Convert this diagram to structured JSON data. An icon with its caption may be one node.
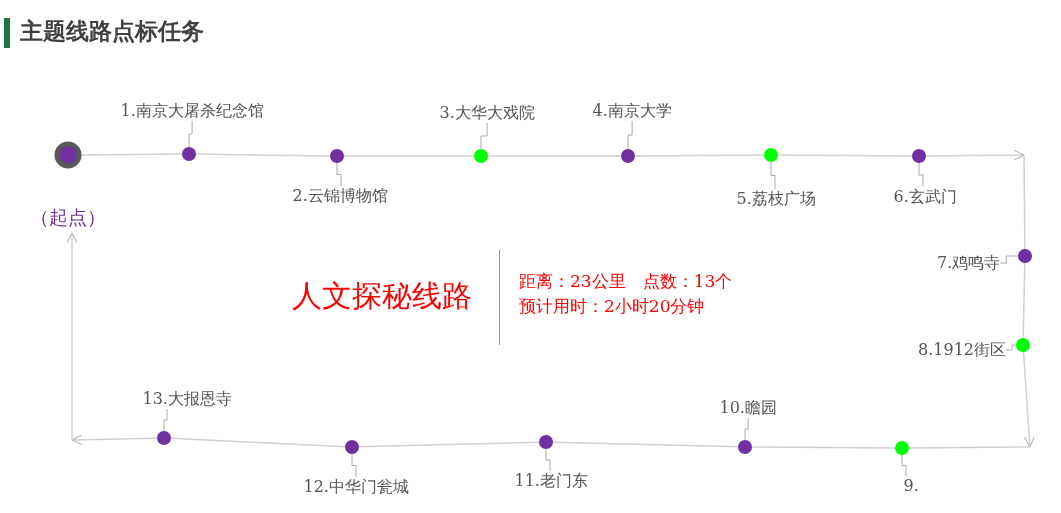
{
  "diagram": {
    "title": "主题线路点标任务",
    "nodes": [
      {
        "text": [
          "（起点）"
        ]
      },
      {
        "text": [
          "1.南京大屠杀纪念馆"
        ]
      },
      {
        "text": [],
        "shape": "circle"
      },
      {
        "text": [
          "2.云锦博物馆"
        ]
      },
      {
        "text": [],
        "shape": "circle"
      },
      {
        "text": [
          "3.大华大戏院"
        ]
      },
      {
        "text": [],
        "shape": "circle"
      },
      {
        "text": [
          "4.南京大学"
        ]
      },
      {
        "text": [],
        "shape": "circle"
      },
      {
        "text": [
          "5.荔枝广场"
        ]
      },
      {
        "text": [],
        "shape": "circle"
      },
      {
        "text": [
          "6.玄武门"
        ]
      },
      {
        "text": [],
        "shape": "circle"
      },
      {
        "text": [
          "7.鸡鸣寺"
        ]
      },
      {
        "text": [],
        "shape": "circle"
      },
      {
        "text": [
          "8.1912街区"
        ]
      },
      {
        "text": [],
        "shape": "circle"
      },
      {
        "text": [
          "9."
        ]
      },
      {
        "text": [],
        "shape": "circle"
      },
      {
        "text": [
          "10.瞻园"
        ]
      },
      {
        "text": [],
        "shape": "circle"
      },
      {
        "text": [
          "11.老门东"
        ]
      },
      {
        "text": [],
        "shape": "circle"
      },
      {
        "text": [
          "12.中华门瓮城"
        ]
      },
      {
        "text": [],
        "shape": "circle"
      },
      {
        "text": [
          "13.大报恩寺"
        ]
      },
      {
        "text": [],
        "shape": "circle"
      }
    ],
    "edges": [
      {
        "from": 0,
        "to": 2,
        "arrow": "none"
      },
      {
        "from": 2,
        "to": 4,
        "arrow": "none"
      },
      {
        "from": 4,
        "to": 6,
        "arrow": "none"
      },
      {
        "from": 6,
        "to": 8,
        "arrow": "none"
      },
      {
        "from": 8,
        "to": 10,
        "arrow": "none"
      },
      {
        "from": 10,
        "to": 12,
        "arrow": "none"
      },
      {
        "from": 12,
        "to": null,
        "arrow": "to"
      },
      {
        "from": null,
        "to": 14,
        "arrow": "none"
      },
      {
        "from": 14,
        "to": 16,
        "arrow": "none"
      },
      {
        "from": 16,
        "to": null,
        "arrow": "to"
      },
      {
        "from": null,
        "to": 18,
        "arrow": "none"
      },
      {
        "from": 18,
        "to": 20,
        "arrow": "none"
      },
      {
        "from": 20,
        "to": 22,
        "arrow": "none"
      },
      {
        "from": 22,
        "to": 24,
        "arrow": "none"
      },
      {
        "from": 24,
        "to": 26,
        "arrow": "none"
      },
      {
        "from": 26,
        "to": null,
        "arrow": "to"
      },
      {
        "from": null,
        "to": 0,
        "arrow": "to"
      },
      {
        "from": 1,
        "to": 2,
        "arrow": "none"
      },
      {
        "from": 3,
        "to": 4,
        "arrow": "none"
      },
      {
        "from": 5,
        "to": 6,
        "arrow": "none"
      },
      {
        "from": 7,
        "to": 8,
        "arrow": "none"
      },
      {
        "from": 9,
        "to": 10,
        "arrow": "none"
      },
      {
        "from": 11,
        "to": 12,
        "arrow": "none"
      },
      {
        "from": 13,
        "to": 14,
        "arrow": "none"
      },
      {
        "from": 15,
        "to": 16,
        "arrow": "none"
      },
      {
        "from": 17,
        "to": 18,
        "arrow": "none"
      },
      {
        "from": 19,
        "to": 20,
        "arrow": "none"
      },
      {
        "from": 21,
        "to": 22,
        "arrow": "none"
      },
      {
        "from": 23,
        "to": 24,
        "arrow": "none"
      },
      {
        "from": 25,
        "to": 26,
        "arrow": "none"
      }
    ],
    "labels": [
      "人文探秘线路",
      "距离：23公里　点数：13个",
      "预计用时：2小时20分钟"
    ]
  }
}
